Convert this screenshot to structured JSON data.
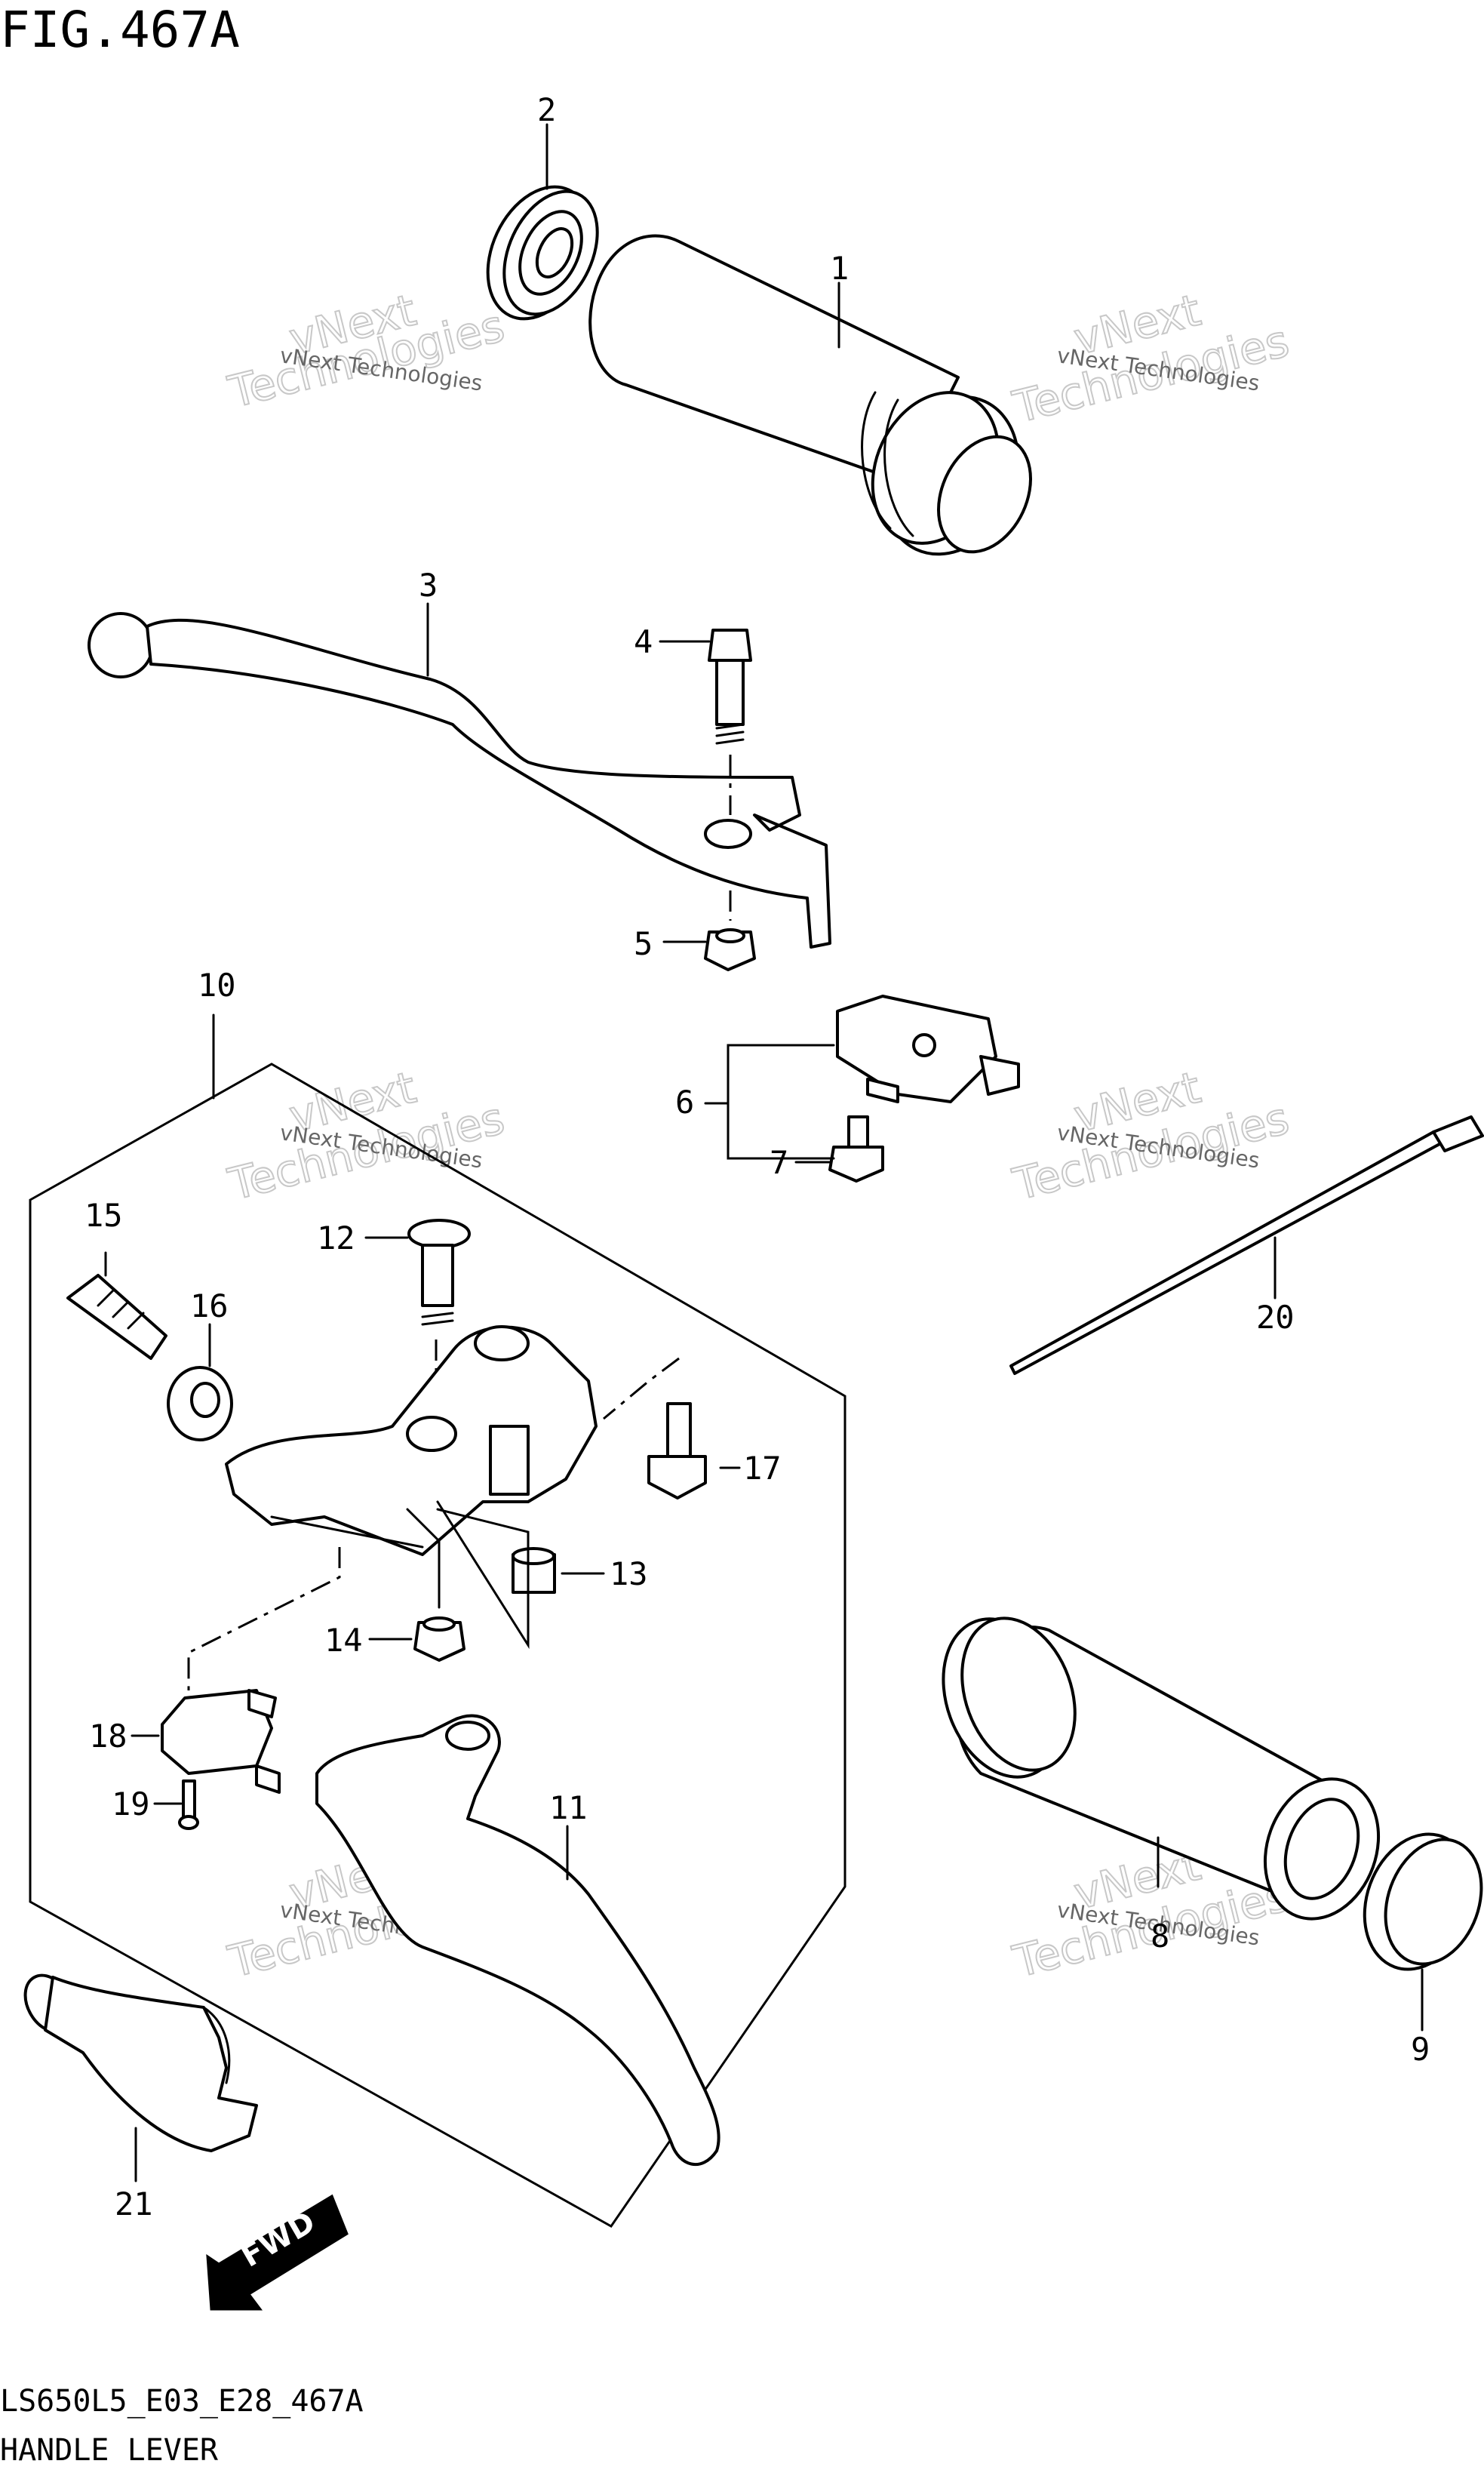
{
  "figure": {
    "title": "FIG.467A",
    "code": "LS650L5_E03_E28_467A",
    "name": "HANDLE LEVER"
  },
  "watermark": {
    "line1": "vNext Technologies",
    "line2": "vNext",
    "line3": "Technologies"
  },
  "fwd_label": "FWD",
  "callouts": {
    "c1": "1",
    "c2": "2",
    "c3": "3",
    "c4": "4",
    "c5": "5",
    "c6": "6",
    "c7": "7",
    "c8": "8",
    "c9": "9",
    "c10": "10",
    "c11": "11",
    "c12": "12",
    "c13": "13",
    "c14": "14",
    "c15": "15",
    "c16": "16",
    "c17": "17",
    "c18": "18",
    "c19": "19",
    "c20": "20",
    "c21": "21"
  },
  "icons": {
    "fwd_arrow": "fwd-arrow-icon"
  }
}
